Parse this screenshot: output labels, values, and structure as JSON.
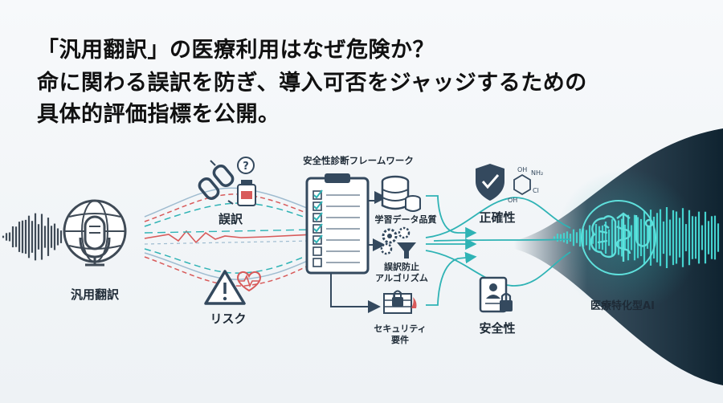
{
  "headline": {
    "line1": "「汎用翻訳」の医療利用はなぜ危険か？",
    "line2": "命に関わる誤訳を防ぎ、導入可否をジャッジするための",
    "line3": "具体的評価指標を公開。"
  },
  "nodes": {
    "general_translation": "汎用翻訳",
    "mistranslation": "誤訳",
    "risk": "リスク",
    "framework": "安全性診断フレームワーク",
    "data_quality": "学習データ品質",
    "algorithm_line1": "誤訳防止",
    "algorithm_line2": "アルゴリズム",
    "security_line1": "セキュリティ",
    "security_line2": "要件",
    "accuracy": "正確性",
    "safety": "安全性",
    "medical_ai": "医療特化型AI"
  },
  "chem_label": "NH₂",
  "chem_oh": "OH",
  "chem_cl": "Cl",
  "colors": {
    "teal": "#2fb3b5",
    "red": "#d85a5a",
    "navy": "#34495e",
    "gray": "#7b8896"
  }
}
